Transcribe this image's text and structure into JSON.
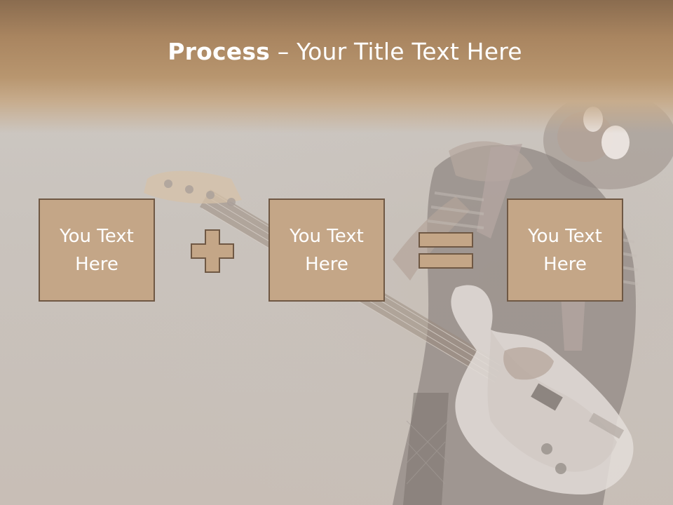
{
  "slide": {
    "title_bold": "Process",
    "title_rest": " – Your Title Text Here",
    "boxes": [
      {
        "label": "You Text Here"
      },
      {
        "label": "You Text Here"
      },
      {
        "label": "You Text Here"
      }
    ],
    "operators": [
      "plus-icon",
      "equals-icon"
    ]
  },
  "colors": {
    "header": "#a98560",
    "box_fill": "#c4a687",
    "box_border": "#6f5844",
    "text": "#ffffff"
  }
}
